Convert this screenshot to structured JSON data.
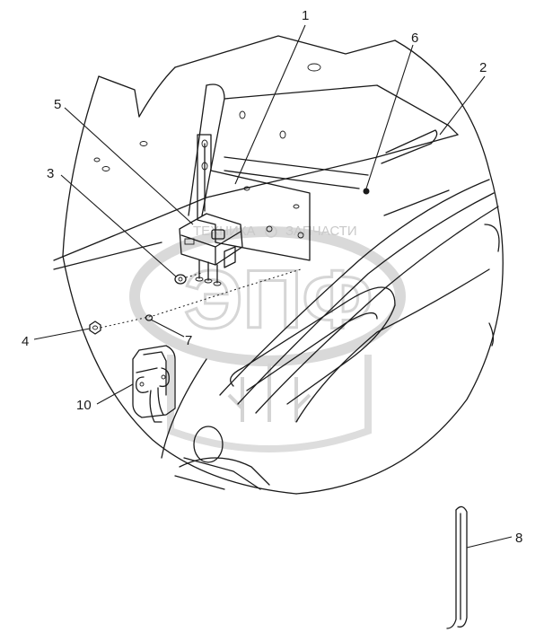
{
  "callouts": [
    {
      "id": "1",
      "label": "1"
    },
    {
      "id": "2",
      "label": "2"
    },
    {
      "id": "3",
      "label": "3"
    },
    {
      "id": "4",
      "label": "4"
    },
    {
      "id": "5",
      "label": "5"
    },
    {
      "id": "6",
      "label": "6"
    },
    {
      "id": "7",
      "label": "7"
    },
    {
      "id": "8",
      "label": "8"
    },
    {
      "id": "10",
      "label": "10"
    }
  ],
  "watermark": {
    "top_text": "ТЕХНИКА",
    "top_text_right": "ЗАПЧАСТИ",
    "logo_letters": "ЭПФ"
  }
}
